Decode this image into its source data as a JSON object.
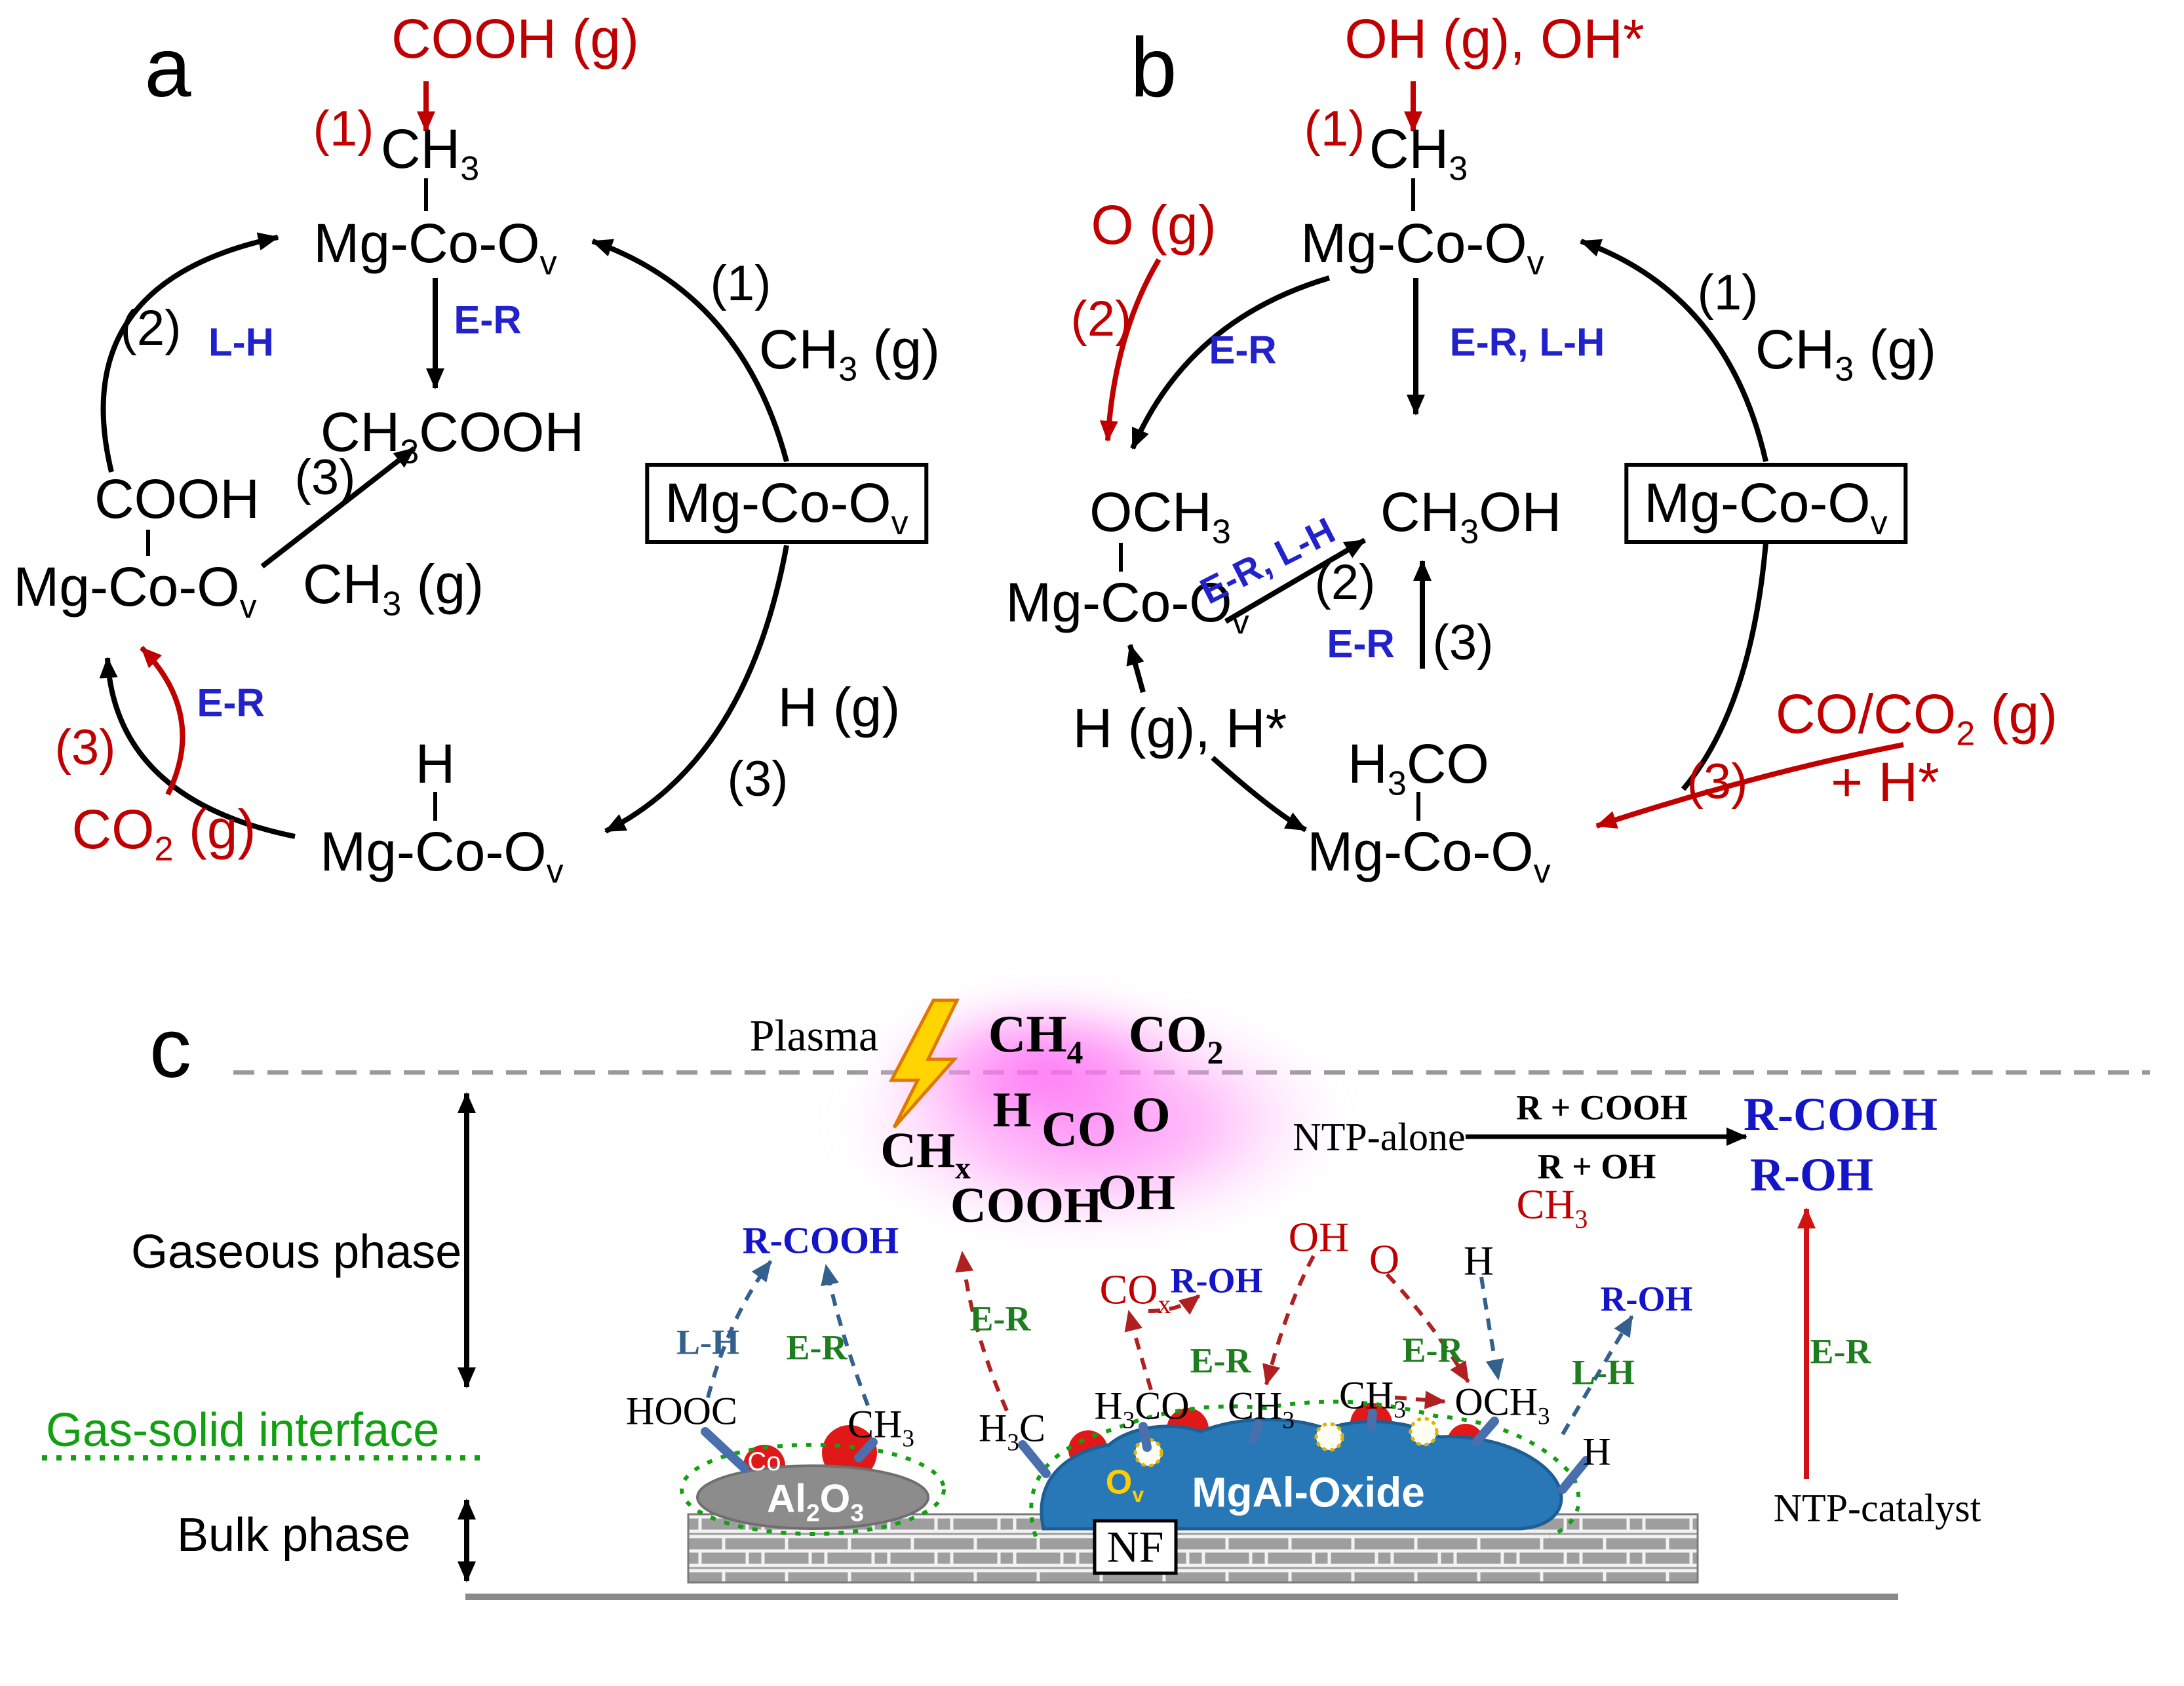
{
  "colors": {
    "accent_red": "#c00000",
    "mechanism_blue": "#2222cc",
    "product_blue": "#1515c8",
    "er_green": "#1e7d1e",
    "lh_navy": "#33608c",
    "plasma_pink": "#ff5df2",
    "oxide_blue": "#2878b8",
    "alumina_gray": "#8c8c8c",
    "cobalt_red": "#e01818",
    "ov_yellow": "#ffcc00",
    "interface_green": "#12a012"
  },
  "panel_a": {
    "label": "a",
    "top_reactant": "COOH (g)",
    "step1_top": "(1)",
    "top_ch3": "CH~3~",
    "top_site": "Mg-Co-O~v~",
    "er_center": "E-R",
    "product": "CH~3~COOH",
    "step2": "(2)",
    "lh_left": "L-H",
    "left_cooh": "COOH",
    "left_site": "Mg-Co-O~v~",
    "step3_mid": "(3)",
    "mid_ch3_g": "CH~3~ (g)",
    "step3_red": "(3)",
    "co2_g": "CO~2~ (g)",
    "er_left": "E-R",
    "bottom_h": "H",
    "bottom_site": "Mg-Co-O~v~",
    "h_g": "H (g)",
    "step3_right": "(3)",
    "site_box": "Mg-Co-O~v~",
    "step1_right": "(1)",
    "right_ch3_g": "CH~3~ (g)"
  },
  "panel_b": {
    "label": "b",
    "top_reactant": "OH (g), OH*",
    "step1_top": "(1)",
    "top_ch3": "CH~3~",
    "top_site": "Mg-Co-O~v~",
    "o_g": "O (g)",
    "step2_red": "(2)",
    "er_left": "E-R",
    "er_lh_center": "E-R, L-H",
    "product": "CH~3~OH",
    "left_och3": "OCH~3~",
    "left_site": "Mg-Co-O~v~",
    "er_lh_diag": "E-R, L-H",
    "step2_diag": "(2)",
    "er_mid": "E-R",
    "step3_mid": "(3)",
    "h_g": "H (g), H*",
    "bottom_h3co": "H~3~CO",
    "bottom_site": "Mg-Co-O~v~",
    "site_box": "Mg-Co-O~v~",
    "step1_right": "(1)",
    "right_ch3_g": "CH~3~ (g)",
    "co_co2_g": "CO/CO~2~ (g)",
    "h_star": "+ H*",
    "step3_red": "(3)"
  },
  "panel_c": {
    "label": "c",
    "plasma": "Plasma",
    "cloud_ch4": "CH~4~",
    "cloud_co2": "CO~2~",
    "cloud_h": "H",
    "cloud_co": "CO",
    "cloud_o": "O",
    "cloud_chx": "CH~x~",
    "cloud_cooh": "COOH",
    "cloud_oh": "OH",
    "ntp_alone": "NTP-alone",
    "rxn_top": "R + COOH",
    "rxn_bottom": "R + OH",
    "prod_rcooh": "R-COOH",
    "prod_roh": "R-OH",
    "ch3_red": "CH~3~",
    "gaseous_phase": "Gaseous phase",
    "gas_solid_interface": "Gas-solid interface",
    "bulk_phase": "Bulk phase",
    "sp_hooc": "HOOC",
    "sp_ch3_1": "CH~3~",
    "sp_h3c": "H~3~C",
    "sp_h3co": "H~3~CO",
    "sp_ch3_2": "CH~3~",
    "sp_ch3_3": "CH~3~",
    "sp_och3": "OCH~3~",
    "sp_h": "H",
    "gas_cox": "CO~x~",
    "gas_oh": "OH",
    "gas_o": "O",
    "gas_h": "H",
    "prod_rcooh_surf": "R-COOH",
    "prod_roh_surf1": "R-OH",
    "prod_roh_surf2": "R-OH",
    "lh_1": "L-H",
    "er_1": "E-R",
    "er_2": "E-R",
    "er_3": "E-R",
    "er_4": "E-R",
    "lh_2": "L-H",
    "er_ntp": "E-R",
    "al2o3": "Al~2~O~3~",
    "co_label": "Co",
    "mgal_oxide": "MgAl-Oxide",
    "ov_label": "O~v~",
    "nf": "NF",
    "ntp_catalyst": "NTP-catalyst"
  }
}
